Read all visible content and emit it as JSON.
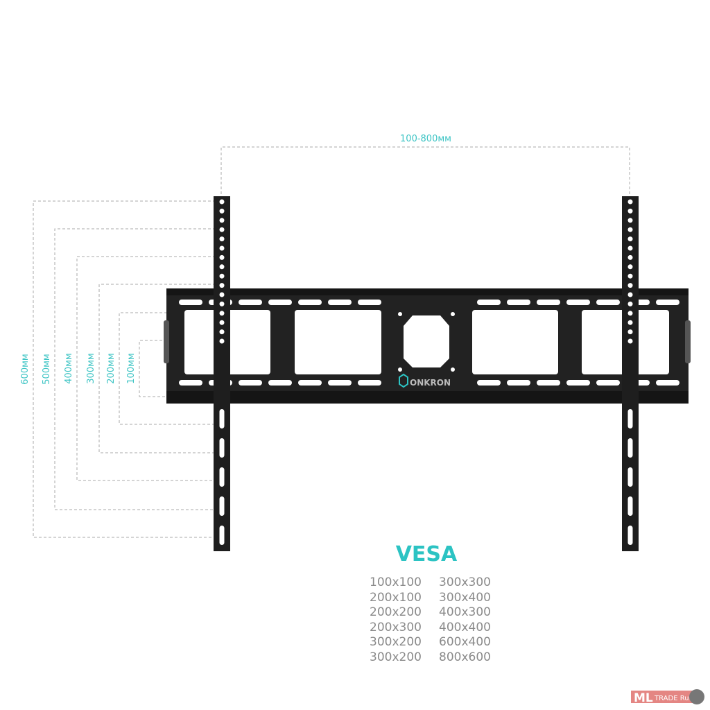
{
  "dimensions": {
    "width_range": "100-800мм",
    "heights": [
      "600мм",
      "500мм",
      "400мм",
      "300мм",
      "200мм",
      "100мм"
    ]
  },
  "brand": {
    "logo": "ONKRON"
  },
  "vesa": {
    "title": "VESA",
    "col1": [
      "100x100",
      "200x100",
      "200x200",
      "200x300",
      "300x200",
      "300x200"
    ],
    "col2": [
      "300x300",
      "300x400",
      "400x300",
      "400x400",
      "600x400",
      "800x600"
    ]
  },
  "watermark": {
    "text": "ML TRADE Ru"
  },
  "colors": {
    "accent": "#2cc3c3",
    "bracket": "#1e1e1e",
    "text": "#8a8a8a"
  }
}
